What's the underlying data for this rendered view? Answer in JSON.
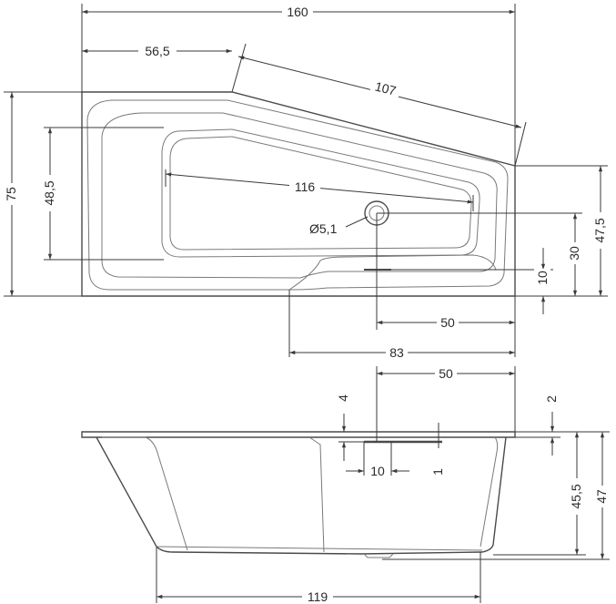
{
  "plan_view": {
    "dims": {
      "overall_length": "160",
      "short_side_length": "56,5",
      "slanted_edge": "107",
      "overall_width": "75",
      "inner_width": "48,5",
      "inner_length": "116",
      "drain_diameter": "Ø5,1",
      "right_end_depth": "47,5",
      "drain_from_back": "30",
      "apron_offset": "10",
      "drain_from_right": "50",
      "apron_length": "83"
    }
  },
  "side_view": {
    "dims": {
      "drain_from_right": "50",
      "rim_drop": "4",
      "rim_thickness": "2",
      "overflow_width": "10",
      "overflow_offset": "1",
      "inner_depth": "45,5",
      "total_height": "47",
      "base_length": "119"
    }
  }
}
